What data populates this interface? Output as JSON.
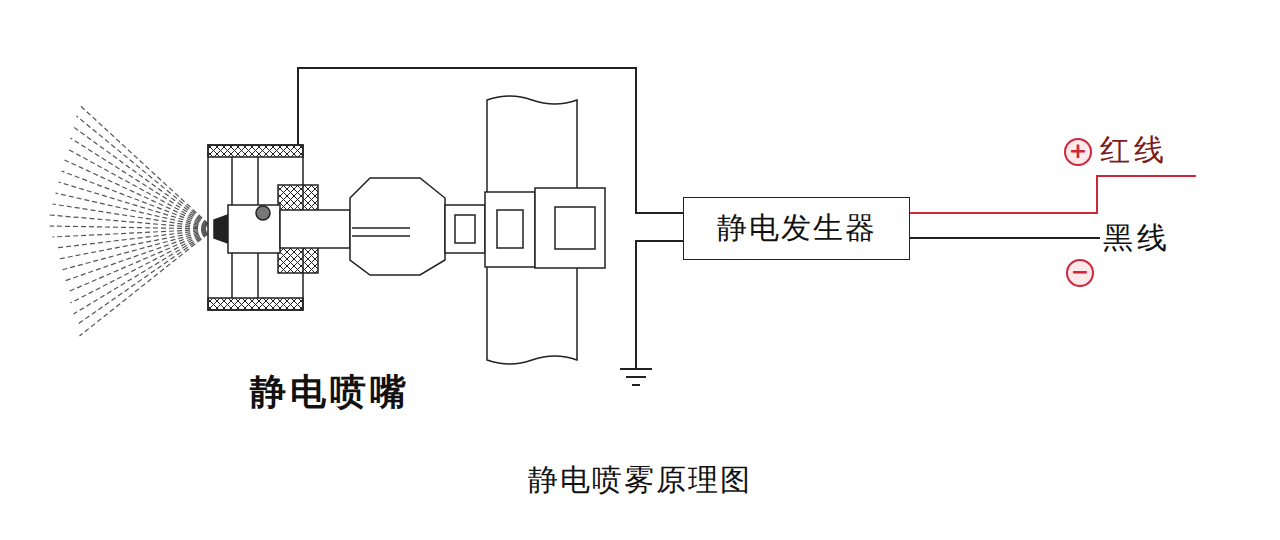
{
  "diagram": {
    "caption": "静电喷雾原理图",
    "nodes": [
      {
        "text": [
          "静电发生器"
        ]
      }
    ],
    "labels": [
      "静电喷嘴",
      "+",
      "红线",
      "黑线",
      "−"
    ]
  }
}
